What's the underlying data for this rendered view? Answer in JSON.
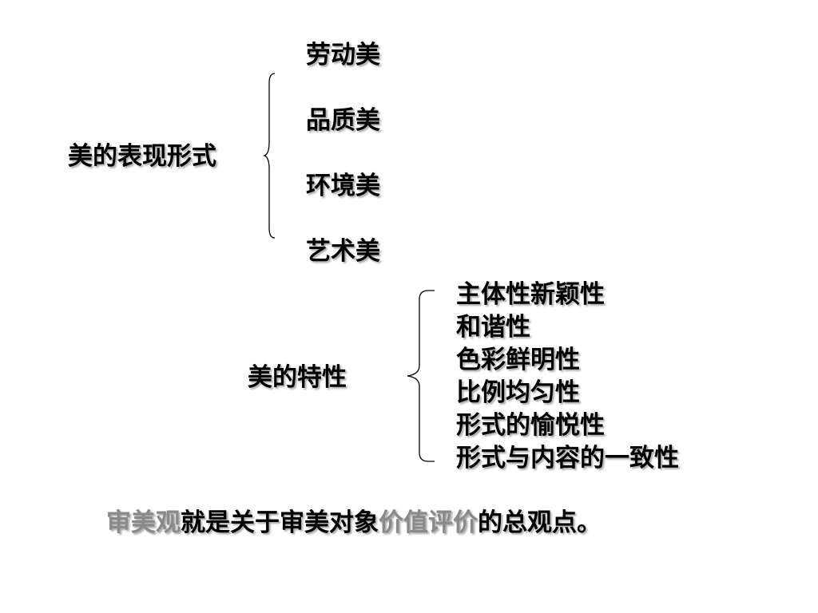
{
  "forms": {
    "title": "美的表现形式",
    "items": [
      "劳动美",
      "品质美",
      "环境美",
      "艺术美"
    ]
  },
  "traits": {
    "title": "美的特性",
    "items": [
      "主体性新颖性",
      "和谐性",
      "色彩鲜明性",
      "比例均匀性",
      "形式的愉悦性",
      "形式与内容的一致性"
    ]
  },
  "summary": {
    "part1": "审美观",
    "part2": "就是关于审美对象",
    "part3": "价值评价",
    "part4": "的总观点。"
  },
  "colors": {
    "text": "#000000",
    "emphasis_gray": "#8a8a8a",
    "background": "#ffffff"
  }
}
